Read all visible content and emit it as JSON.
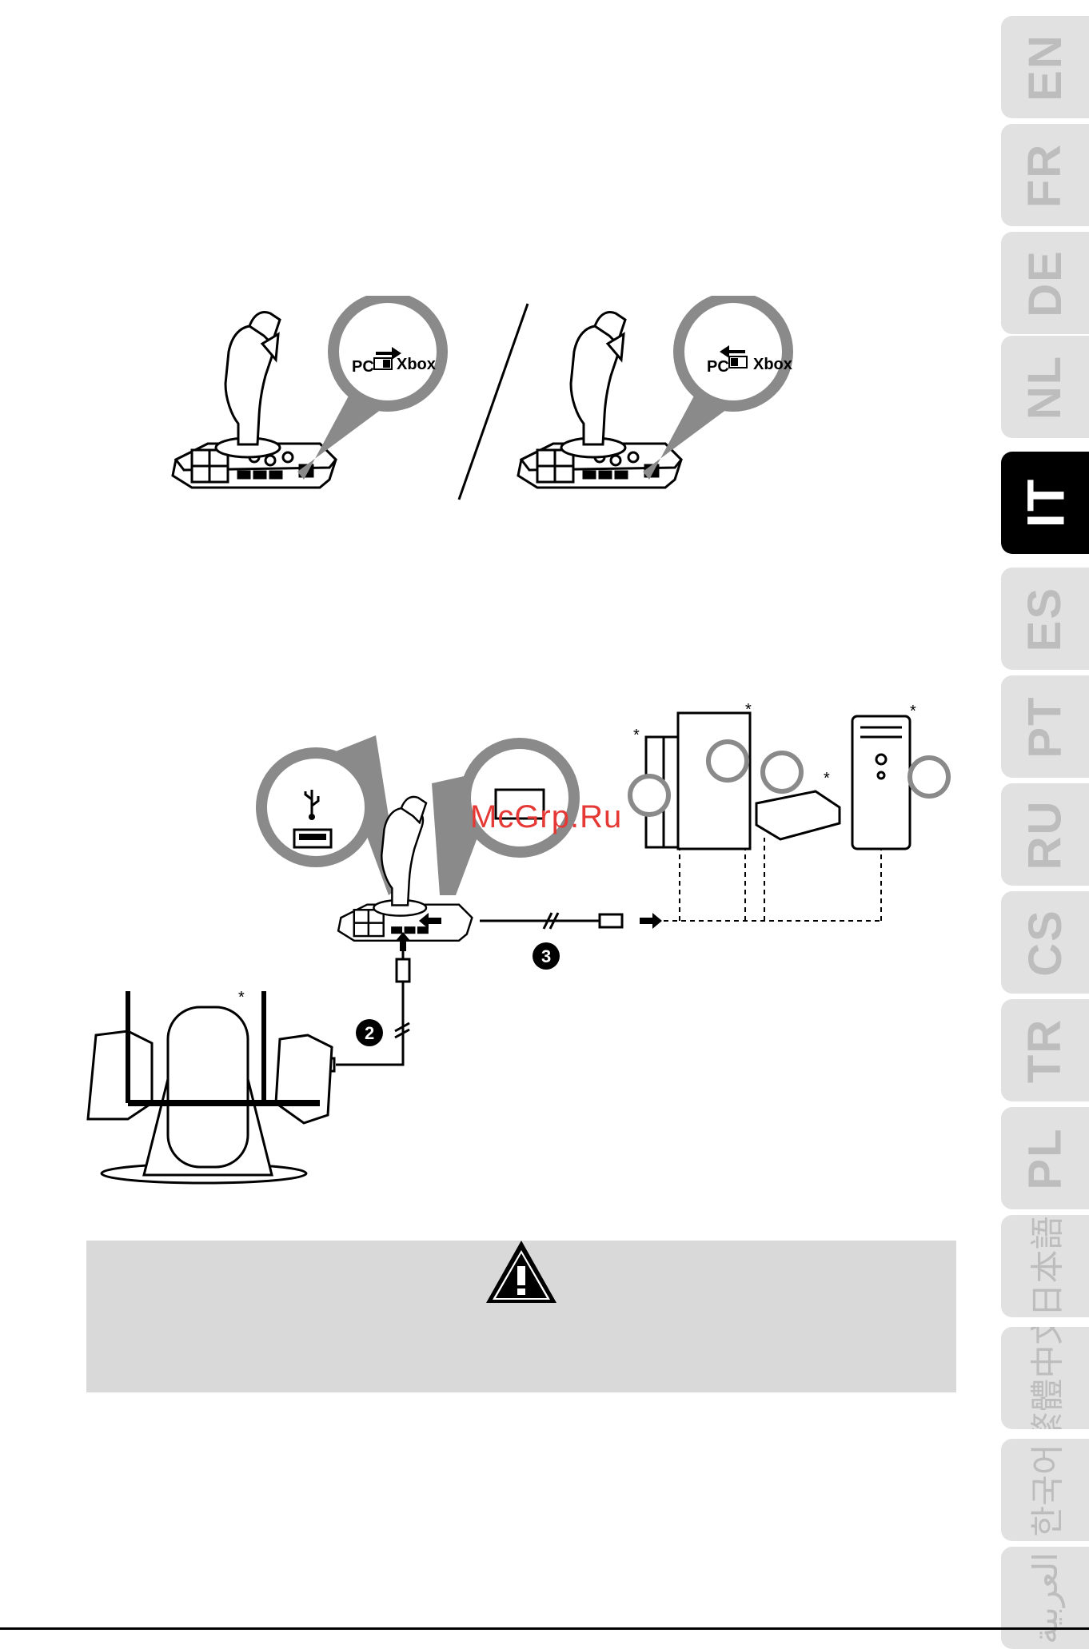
{
  "language_tabs": [
    {
      "code": "EN",
      "active": false,
      "cjk": false
    },
    {
      "code": "FR",
      "active": false,
      "cjk": false
    },
    {
      "code": "DE",
      "active": false,
      "cjk": false
    },
    {
      "code": "NL",
      "active": false,
      "cjk": false
    },
    {
      "code": "IT",
      "active": true,
      "cjk": false
    },
    {
      "code": "ES",
      "active": false,
      "cjk": false
    },
    {
      "code": "PT",
      "active": false,
      "cjk": false
    },
    {
      "code": "RU",
      "active": false,
      "cjk": false
    },
    {
      "code": "CS",
      "active": false,
      "cjk": false
    },
    {
      "code": "TR",
      "active": false,
      "cjk": false
    },
    {
      "code": "PL",
      "active": false,
      "cjk": false
    },
    {
      "code": "日本語",
      "active": false,
      "cjk": true
    },
    {
      "code": "繁體中文",
      "active": false,
      "cjk": true
    },
    {
      "code": "한국어",
      "active": false,
      "cjk": true
    },
    {
      "code": "العربية",
      "active": false,
      "cjk": true
    }
  ],
  "switch_diagram": {
    "left_callout": {
      "pc": "PC",
      "xbox": "Xbox"
    },
    "right_callout": {
      "pc": "PC",
      "xbox": "Xbox"
    }
  },
  "connection_diagram": {
    "step_2": "2",
    "step_3": "3",
    "asterisk": "*"
  },
  "watermark": "McGrp.Ru",
  "colors": {
    "tab_inactive": "#e1e1e1",
    "tab_active": "#000000",
    "warning_bg": "#d9d9d9",
    "callout_grey": "#8a8a8a"
  }
}
